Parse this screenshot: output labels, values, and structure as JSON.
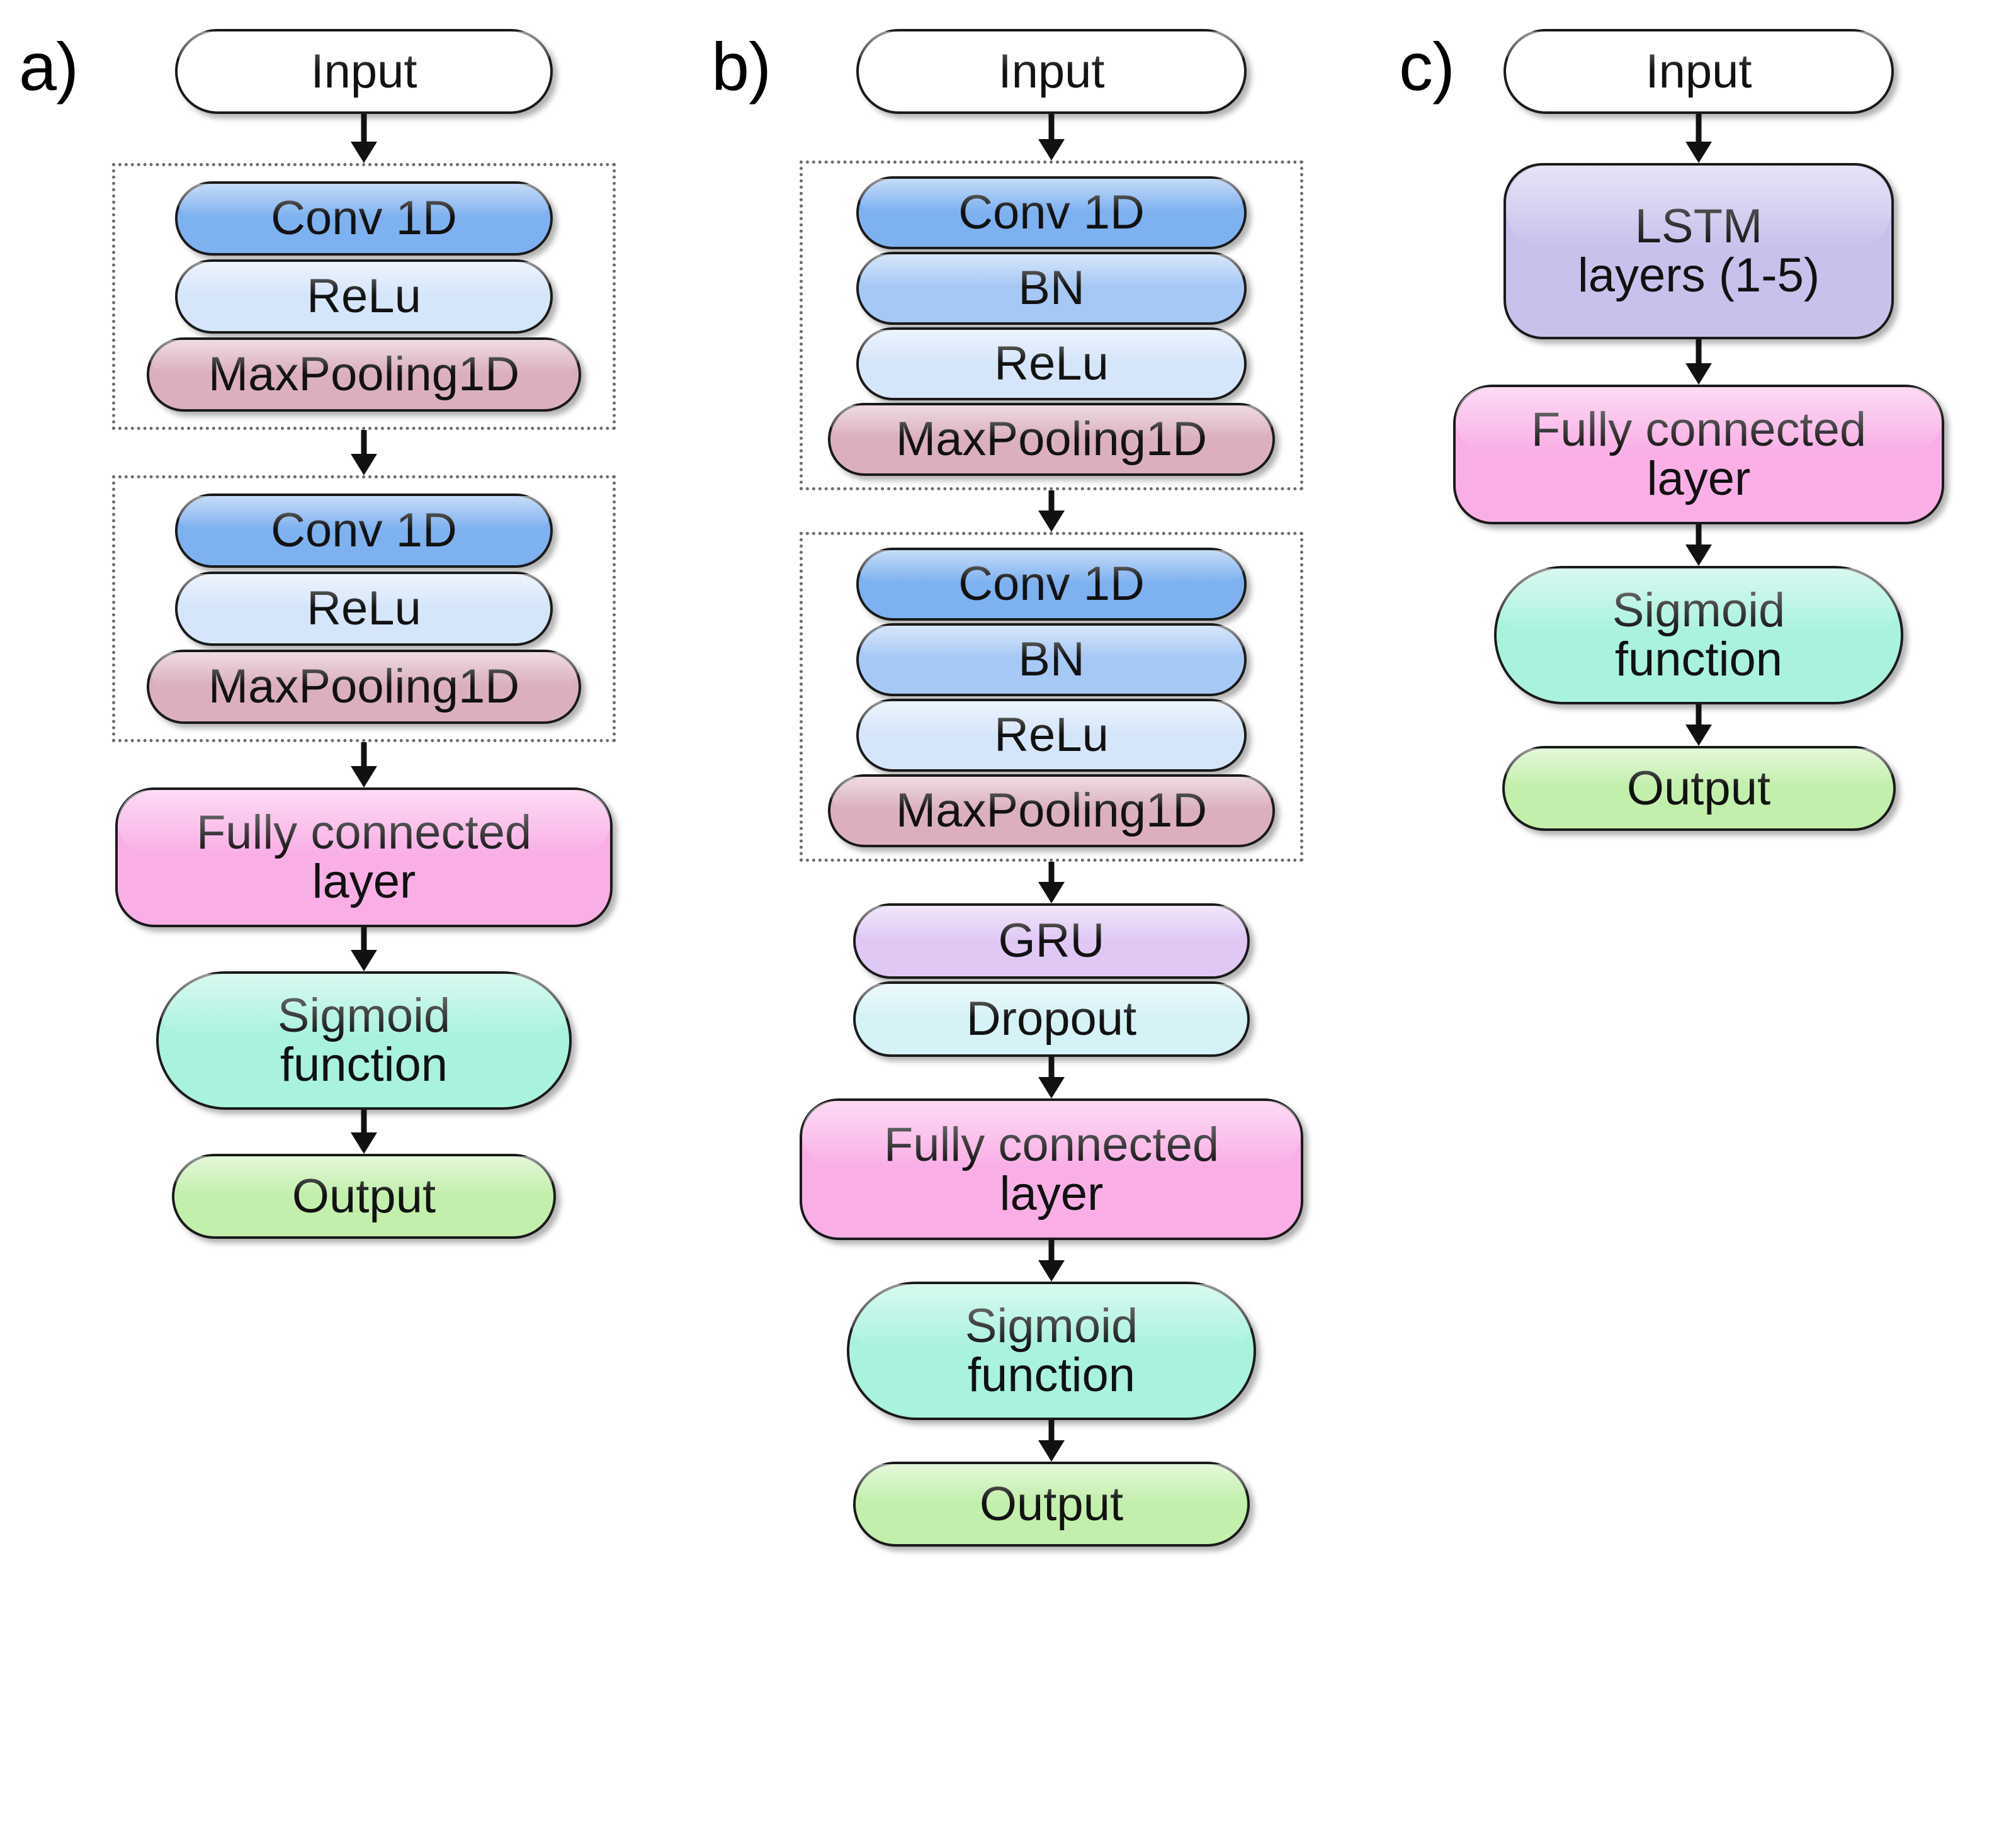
{
  "figure": {
    "type": "neural-network-architecture-diagram",
    "panel_count": 3
  },
  "colors": {
    "conv1d": "#7EB1F0",
    "bn": "#A6C8F5",
    "relu": "#D6E6FA",
    "maxpooling1d": "#DBB0BC",
    "gru": "#E0C8F5",
    "dropout": "#D5F2F6",
    "lstm": "#C7C2EC",
    "fully_connected": "#F9AFE6",
    "sigmoid": "#A9F2DE",
    "output": "#C3EFAC",
    "input": "#FFFFFF",
    "group_border": "#6B6B6B",
    "node_border": "#1A1A1A",
    "arrow": "#111111",
    "background": "#FFFFFF"
  },
  "panels": [
    {
      "id": "a",
      "label": "a)",
      "input": {
        "label": "Input"
      },
      "groups": [
        {
          "name": "conv-block-1",
          "nodes": [
            {
              "key": "conv1d",
              "label": "Conv 1D"
            },
            {
              "key": "relu",
              "label": "ReLu"
            },
            {
              "key": "maxpooling1d",
              "label": "MaxPooling1D"
            }
          ]
        },
        {
          "name": "conv-block-2",
          "nodes": [
            {
              "key": "conv1d",
              "label": "Conv 1D"
            },
            {
              "key": "relu",
              "label": "ReLu"
            },
            {
              "key": "maxpooling1d",
              "label": "MaxPooling1D"
            }
          ]
        }
      ],
      "tail": [
        {
          "key": "fully_connected",
          "label": "Fully connected\nlayer"
        },
        {
          "key": "sigmoid",
          "label": "Sigmoid\nfunction"
        },
        {
          "key": "output",
          "label": "Output"
        }
      ]
    },
    {
      "id": "b",
      "label": "b)",
      "input": {
        "label": "Input"
      },
      "groups": [
        {
          "name": "conv-block-1",
          "nodes": [
            {
              "key": "conv1d",
              "label": "Conv 1D"
            },
            {
              "key": "bn",
              "label": "BN"
            },
            {
              "key": "relu",
              "label": "ReLu"
            },
            {
              "key": "maxpooling1d",
              "label": "MaxPooling1D"
            }
          ]
        },
        {
          "name": "conv-block-2",
          "nodes": [
            {
              "key": "conv1d",
              "label": "Conv 1D"
            },
            {
              "key": "bn",
              "label": "BN"
            },
            {
              "key": "relu",
              "label": "ReLu"
            },
            {
              "key": "maxpooling1d",
              "label": "MaxPooling1D"
            }
          ]
        }
      ],
      "recurrent": [
        {
          "key": "gru",
          "label": "GRU"
        },
        {
          "key": "dropout",
          "label": "Dropout"
        }
      ],
      "tail": [
        {
          "key": "fully_connected",
          "label": "Fully connected\nlayer"
        },
        {
          "key": "sigmoid",
          "label": "Sigmoid\nfunction"
        },
        {
          "key": "output",
          "label": "Output"
        }
      ]
    },
    {
      "id": "c",
      "label": "c)",
      "input": {
        "label": "Input"
      },
      "tail": [
        {
          "key": "lstm",
          "label": "LSTM\nlayers (1-5)"
        },
        {
          "key": "fully_connected",
          "label": "Fully connected\nlayer"
        },
        {
          "key": "sigmoid",
          "label": "Sigmoid\nfunction"
        },
        {
          "key": "output",
          "label": "Output"
        }
      ]
    }
  ]
}
